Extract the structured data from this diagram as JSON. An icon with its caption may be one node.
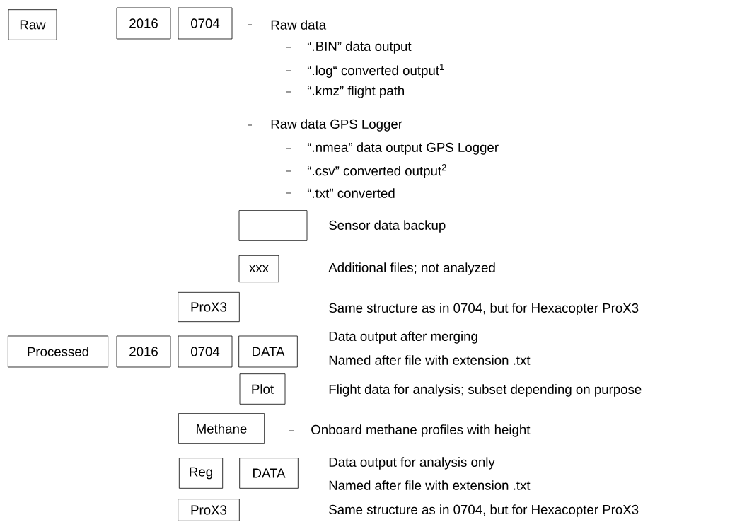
{
  "diagram": {
    "nodes": [
      {
        "text": [
          "Raw"
        ]
      },
      {
        "text": [
          "2016"
        ]
      },
      {
        "text": [
          "0704"
        ]
      },
      {
        "text": [],
        "shape": "box",
        "beside": [
          "Sensor data backup"
        ]
      },
      {
        "text": [
          "xxx"
        ],
        "beside": [
          "Additional files; not analyzed"
        ]
      },
      {
        "text": [
          "ProX3"
        ]
      },
      {
        "text": [
          "Processed"
        ]
      },
      {
        "text": [
          "2016"
        ]
      },
      {
        "text": [
          "0704"
        ]
      },
      {
        "text": [
          "DATA"
        ],
        "beside": [
          "Data output after merging",
          "Named after file with extension .txt"
        ]
      },
      {
        "text": [
          "Plot"
        ],
        "beside": [
          "Flight data for analysis; subset depending on purpose"
        ]
      },
      {
        "text": [
          "Methane"
        ]
      },
      {
        "text": [
          "Reg"
        ]
      },
      {
        "text": [
          "DATA"
        ],
        "beside": [
          "Data output for analysis only",
          "Named after file with extension .txt"
        ]
      },
      {
        "text": [
          "ProX3"
        ]
      }
    ],
    "labels": [
      "Raw data",
      "“.BIN” data output",
      "“.log“ converted output$^{1}$",
      "“.kmz” flight path",
      "Raw data GPS Logger",
      "“.nmea” data output GPS Logger",
      "“.csv” converted output$^{2}$",
      "“.txt” converted",
      "Same structure as in 0704, but for Hexacopter ProX3",
      "Onboard methane profiles with height",
      "Same structure as in 0704, but for Hexacopter ProX3"
    ]
  }
}
